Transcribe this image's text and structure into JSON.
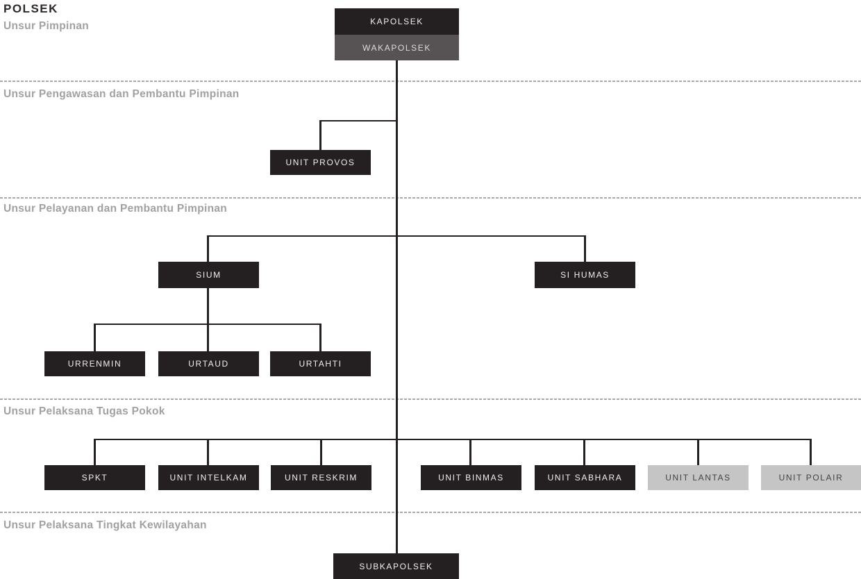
{
  "title": "POLSEK",
  "colors": {
    "dark": "#241f20",
    "gray": "#575354",
    "light": "#c6c5c5",
    "light_text": "#454041",
    "white_text": "#f1efef",
    "label_gray": "#a2a0a1",
    "title_color": "#2e2829",
    "dashed": "#a8a8a8",
    "line": "#241f20",
    "bg": "#ffffff"
  },
  "sections": [
    {
      "label": "Unsur Pimpinan"
    },
    {
      "label": "Unsur Pengawasan dan Pembantu Pimpinan"
    },
    {
      "label": "Unsur Pelayanan dan Pembantu Pimpinan"
    },
    {
      "label": "Unsur Pelaksana Tugas Pokok"
    },
    {
      "label": "Unsur Pelaksana Tingkat Kewilayahan"
    }
  ],
  "nodes": {
    "kapolsek": "KAPOLSEK",
    "wakapolsek": "WAKAPOLSEK",
    "unit_provos": "UNIT PROVOS",
    "sium": "SIUM",
    "si_humas": "SI HUMAS",
    "urrenmin": "URRENMIN",
    "urtaud": "URTAUD",
    "urtahti": "URTAHTI",
    "spkt": "SPKT",
    "unit_intelkam": "UNIT INTELKAM",
    "unit_reskrim": "UNIT RESKRIM",
    "unit_binmas": "UNIT BINMAS",
    "unit_sabhara": "UNIT SABHARA",
    "unit_lantas": "UNIT LANTAS",
    "unit_polair": "UNIT POLAIR",
    "subkapolsek": "SUBKAPOLSEK"
  }
}
